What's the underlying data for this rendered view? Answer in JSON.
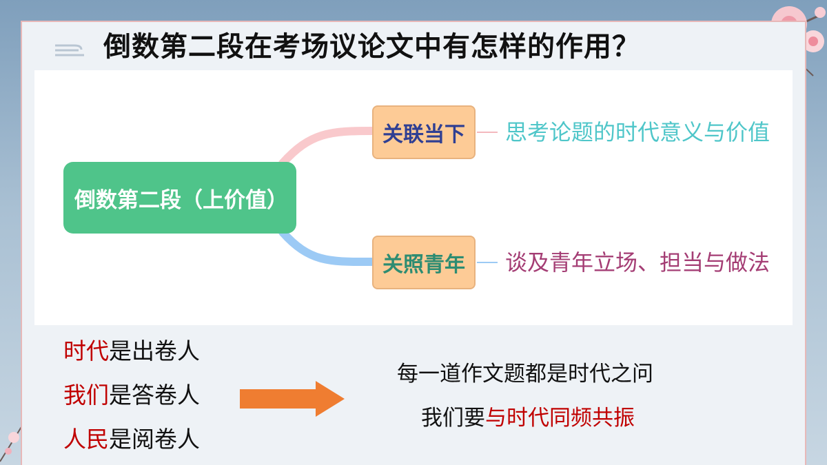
{
  "title": "倒数第二段在考场议论文中有怎样的作用？",
  "mindmap": {
    "root": "倒数第二段（上价值）",
    "branches": [
      {
        "label": "关联当下",
        "detail": "思考论题的时代意义与价值"
      },
      {
        "label": "关照青年",
        "detail": "谈及青年立场、担当与做法"
      }
    ]
  },
  "roles": [
    {
      "highlight": "时代",
      "rest": "是出卷人"
    },
    {
      "highlight": "我们",
      "rest": "是答卷人"
    },
    {
      "highlight": "人民",
      "rest": "是阅卷人"
    }
  ],
  "conclusion": {
    "line1": "每一道作文题都是时代之问",
    "line2_prefix": "我们要",
    "line2_highlight": "与时代同频共振"
  },
  "colors": {
    "accent_red": "#c00000",
    "root_green": "#4fc48a",
    "branch_orange": "#fdcb96",
    "arrow_orange": "#ef7d31"
  },
  "icons": [
    "cloud-swirl-icon",
    "plum-blossom-icon",
    "right-arrow-icon"
  ]
}
